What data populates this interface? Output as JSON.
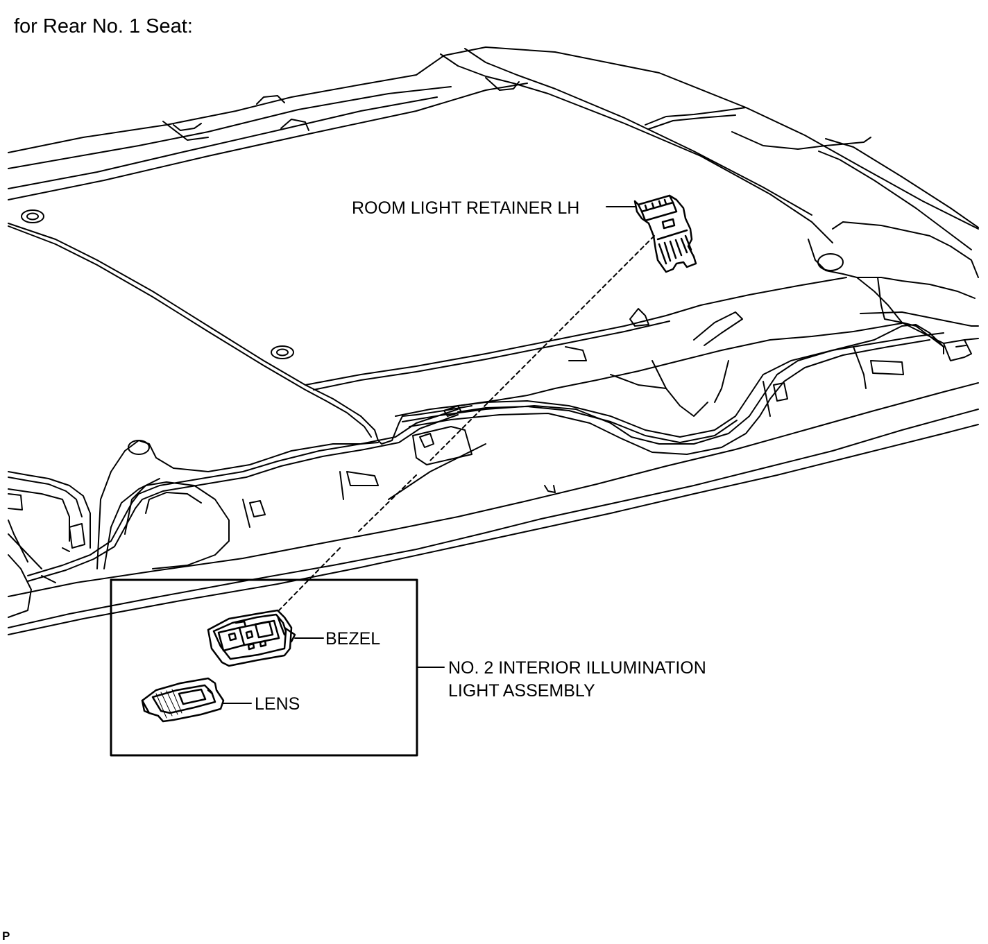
{
  "header": {
    "caption": "for Rear No. 1 Seat:"
  },
  "labels": {
    "retainer": "ROOM LIGHT RETAINER LH",
    "bezel": "BEZEL",
    "lens": "LENS",
    "assembly_line1": "NO. 2 INTERIOR ILLUMINATION",
    "assembly_line2": "LIGHT ASSEMBLY"
  },
  "footer": {
    "mark": "P"
  }
}
